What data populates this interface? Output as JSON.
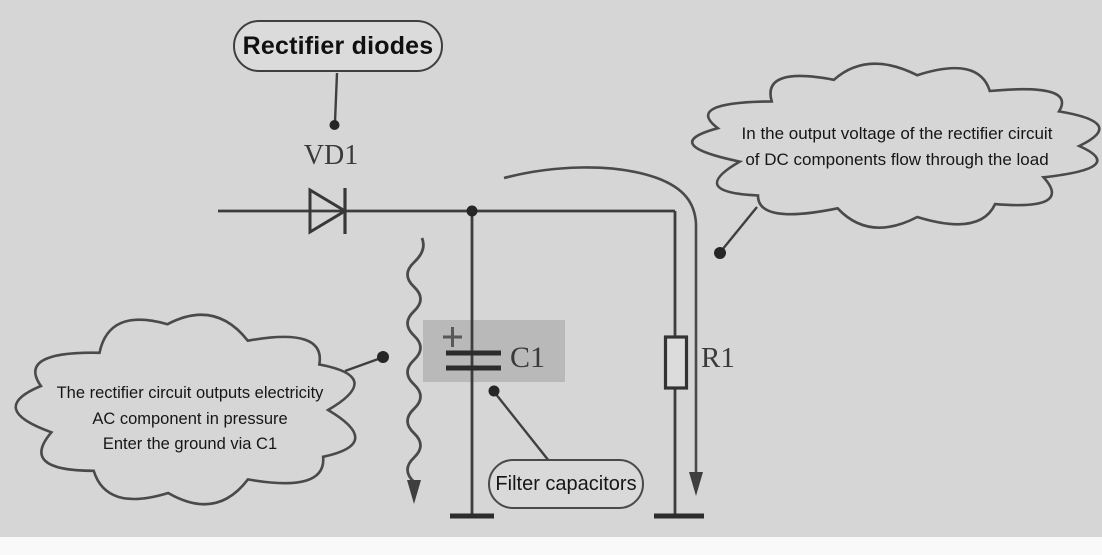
{
  "diagram": {
    "title_pill": "Rectifier diodes",
    "filter_pill": "Filter capacitors",
    "components": {
      "diode_label": "VD1",
      "capacitor_label": "C1",
      "resistor_label": "R1",
      "capacitor_polarity": "+"
    },
    "callouts": {
      "dc_cloud": {
        "line1": "In the output voltage of the rectifier circuit",
        "line2": "of DC components flow through the load"
      },
      "ac_cloud": {
        "line1": "The rectifier circuit outputs electricity",
        "line2": "AC component in pressure",
        "line3": "Enter the ground via C1"
      }
    },
    "colors": {
      "background": "#d6d6d6",
      "line": "#3d3d3d",
      "capacitor_highlight": "#b9b9b9",
      "text": "#161616",
      "bottom_strip": "#f9f9f9"
    }
  }
}
